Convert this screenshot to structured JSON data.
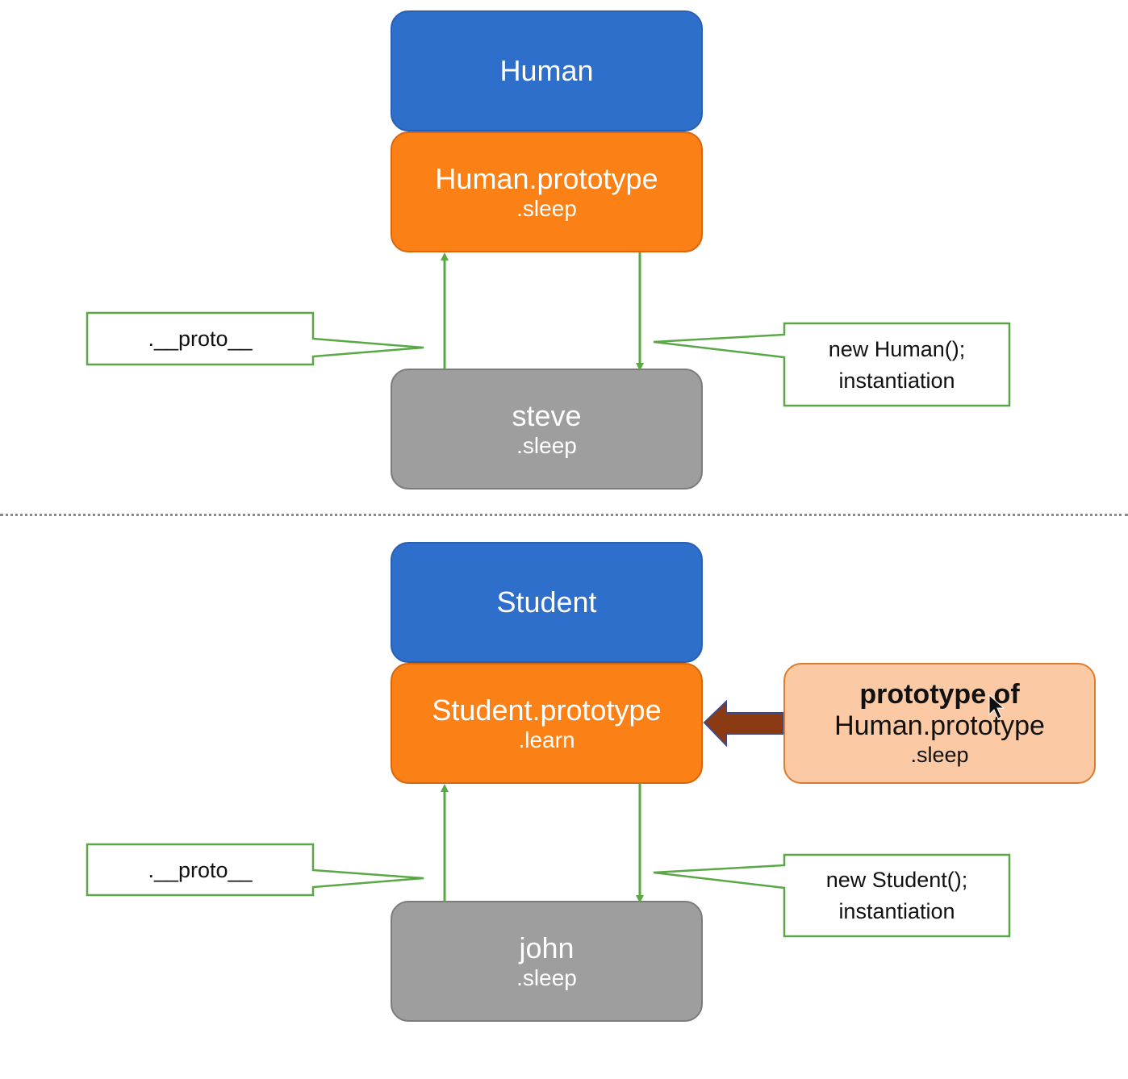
{
  "top": {
    "class_box": {
      "title": "Human"
    },
    "prototype_box": {
      "title": "Human.prototype",
      "member": ".sleep"
    },
    "instance_box": {
      "title": "steve",
      "member": ".sleep"
    },
    "proto_callout": {
      "text": ".__proto__"
    },
    "new_callout": {
      "line1": "new Human();",
      "line2": "instantiation"
    }
  },
  "bottom": {
    "class_box": {
      "title": "Student"
    },
    "prototype_box": {
      "title": "Student.prototype",
      "member": ".learn"
    },
    "instance_box": {
      "title": "john",
      "member": ".sleep"
    },
    "proto_callout": {
      "text": ".__proto__"
    },
    "new_callout": {
      "line1": "new Student();",
      "line2": "instantiation"
    },
    "linked_box": {
      "line1": "prototype of",
      "line2": "Human.prototype",
      "line3": ".sleep"
    }
  },
  "colors": {
    "class_blue": "#2f6fcc",
    "prototype_orange": "#fb8015",
    "instance_gray": "#9e9e9e",
    "linked_peach": "#fbc9a3",
    "connector_green": "#5aa845",
    "inherit_arrow_brown": "#8b3a12"
  }
}
